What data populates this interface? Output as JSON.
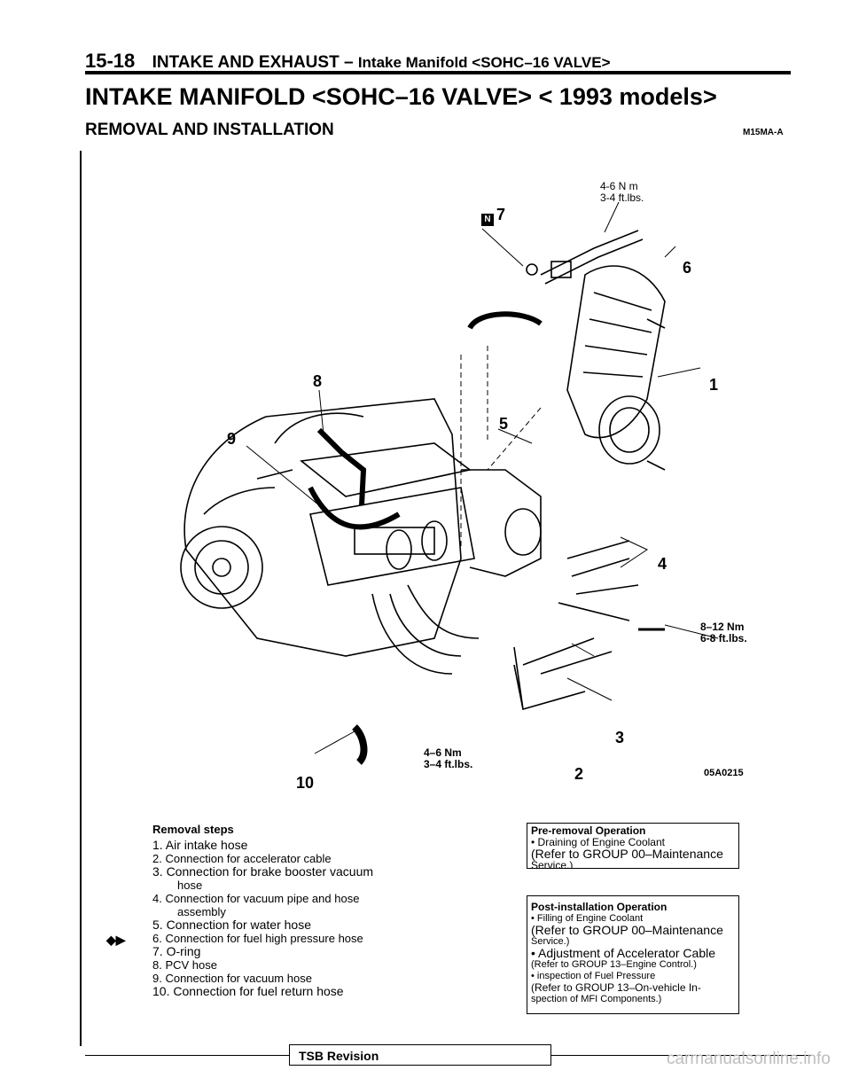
{
  "header": {
    "page_number": "15-18",
    "section": "INTAKE AND EXHAUST",
    "dash": "–",
    "subsection": "Intake Manifold <SOHC–16 VALVE>"
  },
  "title": "INTAKE MANIFOLD <SOHC–16 VALVE> < 1993 models>",
  "subtitle": "REMOVAL AND INSTALLATION",
  "doc_code": "M15MA-A",
  "figure": {
    "code": "05A0215",
    "torque_top": [
      "4-6 N m",
      "3-4 ft.lbs."
    ],
    "torque_right": [
      "8–12 Nm",
      "6-8 ft.lbs."
    ],
    "torque_bottom": [
      "4–6 Nm",
      "3–4 ft.lbs."
    ],
    "marker_n": "N",
    "callouts": [
      "1",
      "2",
      "3",
      "4",
      "5",
      "6",
      "7",
      "8",
      "9",
      "10"
    ]
  },
  "removal_steps": {
    "heading": "Removal steps",
    "marker": "◆▶",
    "items": [
      "1. Air intake hose",
      "2. Connection for accelerator cable",
      "3. Connection for brake booster vacuum",
      "hose",
      "4. Connection for vacuum pipe and hose",
      "assembly",
      "5. Connection for water hose",
      "6. Connection for fuel high pressure hose",
      "7. O-ring",
      "8. PCV hose",
      "9. Connection for vacuum hose",
      "10. Connection for fuel return hose"
    ]
  },
  "pre_removal": {
    "heading": "Pre-removal Operation",
    "line1": "• Draining of Engine Coolant",
    "line2": "(Refer to GROUP 00–Maintenance",
    "line3": "Service.)"
  },
  "post_installation": {
    "heading": "Post-installation Operation",
    "l1": "• Filling of Engine Coolant",
    "l2": "(Refer to GROUP 00–Maintenance",
    "l3": "Service.)",
    "l4": "• Adjustment of Accelerator Cable",
    "l5": "(Refer to GROUP 13–Engine Control.)",
    "l6": "• inspection of Fuel Pressure",
    "l7": "(Refer to GROUP 13–On-vehicle In-",
    "l8": "spection of MFI Components.)"
  },
  "footer": {
    "tsb": "TSB Revision",
    "watermark": "carmanualsonline.info"
  }
}
